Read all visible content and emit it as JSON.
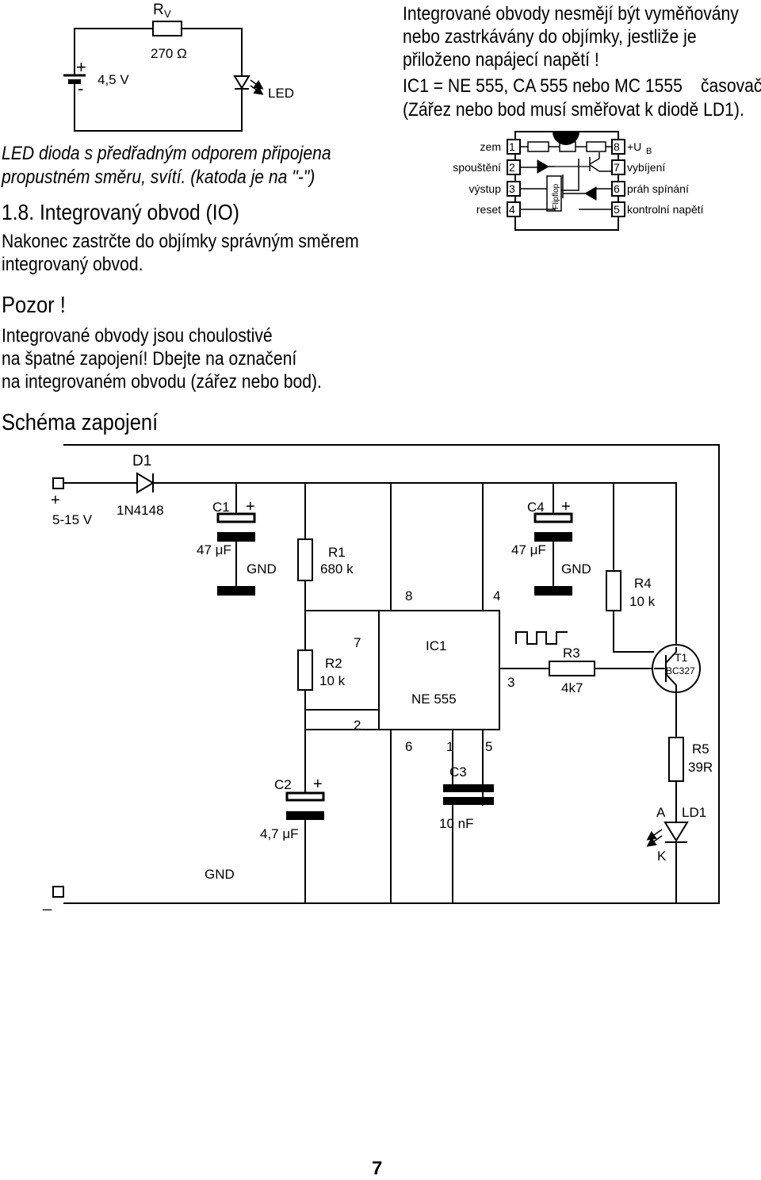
{
  "led_circuit": {
    "rv_label": "R",
    "rv_sub": "V",
    "resistance": "270 Ω",
    "battery_plus": "+",
    "battery_minus": "-",
    "voltage": "4,5 V",
    "led_label": "LED"
  },
  "warning_top": {
    "line1": "Integrované obvody nesmějí být vyměňovány",
    "line2": "nebo zastrkávány do objímky, jestliže je",
    "line3": "přiloženo napájecí napětí !"
  },
  "ic_info": {
    "line1": "IC1 = NE 555, CA 555 nebo MC 1555",
    "line1_right": "časovač",
    "line2": "(Zářez nebo bod musí směřovat k diodě LD1)."
  },
  "led_caption": {
    "line1": "LED dioda s předřadným odporem připojena",
    "line2": "propustném směru, svítí. (katoda je na \"-\")"
  },
  "section": {
    "heading": "1.8.  Integrovaný obvod (IO)",
    "body_line1": "Nakonec zastrčte do objímky správným směrem",
    "body_line2": "integrovaný obvod."
  },
  "pozor": {
    "title": "Pozor !",
    "line1": "Integrované obvody jsou choulostivé",
    "line2": "na špatné zapojení! Dbejte na označení",
    "line3": "na integrovaném obvodu (zářez nebo bod)."
  },
  "pinout": {
    "left_pins": [
      {
        "num": "1",
        "label": "zem"
      },
      {
        "num": "2",
        "label": "spouštění"
      },
      {
        "num": "3",
        "label": "výstup"
      },
      {
        "num": "4",
        "label": "reset"
      }
    ],
    "right_pins": [
      {
        "num": "8",
        "label": "+U",
        "sub": "B"
      },
      {
        "num": "7",
        "label": "vybíjení"
      },
      {
        "num": "6",
        "label": "práh spínání"
      },
      {
        "num": "5",
        "label": "kontrolní napětí"
      }
    ],
    "flipflop": "Flipflop"
  },
  "schematic_title": "Schéma zapojení",
  "schematic": {
    "d1": "D1",
    "d1_part": "1N4148",
    "supply_plus": "+",
    "supply_voltage": "5-15 V",
    "supply_minus": "_",
    "c1": "C1",
    "c1_plus": "+",
    "c1_value": "47 μF",
    "gnd1": "GND",
    "r1": "R1",
    "r1_value": "680 k",
    "pin8": "8",
    "pin4": "4",
    "c4": "C4",
    "c4_plus": "+",
    "c4_value": "47 μF",
    "gnd2": "GND",
    "r4": "R4",
    "r4_value": "10 k",
    "pin7": "7",
    "r2": "R2",
    "r2_value": "10 k",
    "ic1": "IC1",
    "ic1_part": "NE 555",
    "pin3": "3",
    "r3": "R3",
    "r3_value": "4k7",
    "t1": "T1",
    "t1_part": "BC327",
    "pin2": "2",
    "pin6": "6",
    "pin1": "1",
    "pin5": "5",
    "c3": "C3",
    "c3_value": "10 nF",
    "r5": "R5",
    "r5_value": "39R",
    "c2": "C2",
    "c2_plus": "+",
    "c2_value": "4,7 μF",
    "ld1_anode": "A",
    "ld1": "LD1",
    "ld1_cathode": "K",
    "gnd3": "GND"
  },
  "page_number": "7"
}
